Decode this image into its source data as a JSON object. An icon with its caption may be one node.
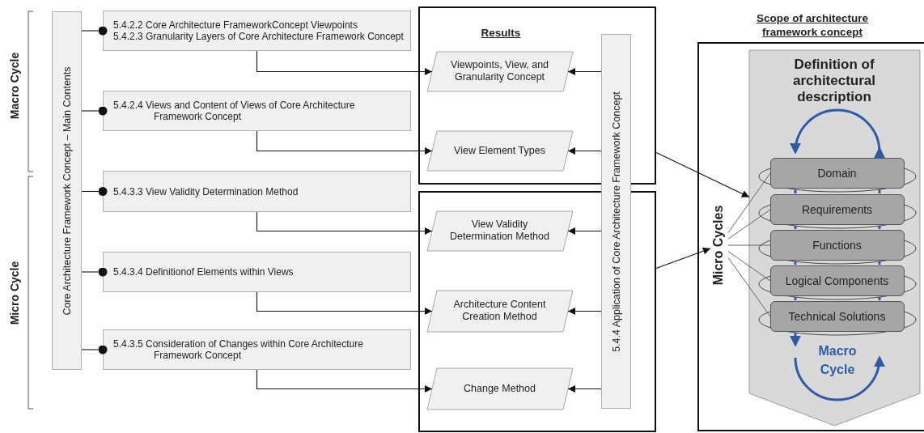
{
  "diagram": {
    "nodes": [
      {
        "text": [
          "Core Architecture Framework Concept – Main Contents"
        ]
      },
      {
        "text": [
          "5.4.2.2 Core Architecture FrameworkConcept Viewpoints",
          "5.4.2.3 Granularity Layers of Core Architecture Framework Concept"
        ]
      },
      {
        "text": [
          "5.4.2.4 Views and Content of Views of Core Architecture Framework Concept"
        ]
      },
      {
        "text": [
          "5.4.3.3 View Validity Determination Method"
        ]
      },
      {
        "text": [
          "5.4.3.4 Definitionof Elements within Views"
        ]
      },
      {
        "text": [
          "5.4.3.5 Consideration of Changes within Core Architecture Framework Concept"
        ]
      },
      {
        "text": [
          "Results"
        ]
      },
      {
        "text": [
          "Viewpoints, View, and Granularity Concept"
        ],
        "in": 6
      },
      {
        "text": [
          "View Element Types"
        ],
        "in": 6
      },
      {
        "text": [],
        "shape": "box"
      },
      {
        "text": [
          "View Validity Determination Method"
        ],
        "in": 9
      },
      {
        "text": [
          "Architecture Content Creation Method"
        ],
        "in": 9
      },
      {
        "text": [
          "Change Method"
        ],
        "in": 9
      },
      {
        "text": [
          "5.4.4 Application of Core Architecture Framework Concept"
        ]
      },
      {
        "text": [
          "Scope of architecture framework concept"
        ]
      },
      {
        "text": [
          "Definition of architectural description"
        ],
        "in": 14
      },
      {
        "text": [
          "Domain"
        ],
        "in": 15
      },
      {
        "text": [
          "Requirements"
        ],
        "in": 15
      },
      {
        "text": [
          "Functions"
        ],
        "in": 15
      },
      {
        "text": [
          "Logical Components"
        ],
        "in": 15
      },
      {
        "text": [
          "Technical Solutions"
        ],
        "in": 15
      },
      {
        "text": [
          "Micro Cycles"
        ],
        "in": 14
      }
    ],
    "edges": [
      {
        "from": 0,
        "to": 1,
        "arrow": "other"
      },
      {
        "from": 0,
        "to": 2,
        "arrow": "other"
      },
      {
        "from": 0,
        "to": 3,
        "arrow": "other"
      },
      {
        "from": 0,
        "to": 4,
        "arrow": "other"
      },
      {
        "from": 0,
        "to": 5,
        "arrow": "other"
      },
      {
        "from": 1,
        "to": 7,
        "arrow": "to"
      },
      {
        "from": 2,
        "to": 8,
        "arrow": "to"
      },
      {
        "from": 3,
        "to": 10,
        "arrow": "to"
      },
      {
        "from": 4,
        "to": 11,
        "arrow": "to"
      },
      {
        "from": 5,
        "to": 12,
        "arrow": "to"
      },
      {
        "from": 13,
        "to": 7,
        "arrow": "to"
      },
      {
        "from": 13,
        "to": 8,
        "arrow": "to"
      },
      {
        "from": 13,
        "to": 10,
        "arrow": "to"
      },
      {
        "from": 13,
        "to": 11,
        "arrow": "to"
      },
      {
        "from": 13,
        "to": 12,
        "arrow": "to"
      },
      {
        "from": 6,
        "to": 15,
        "arrow": "to"
      },
      {
        "from": 9,
        "to": 21,
        "arrow": "to"
      },
      {
        "from": 21,
        "to": 16,
        "arrow": "none"
      },
      {
        "from": 21,
        "to": 17,
        "arrow": "none"
      },
      {
        "from": 21,
        "to": 18,
        "arrow": "none"
      },
      {
        "from": 21,
        "to": 19,
        "arrow": "none"
      },
      {
        "from": 21,
        "to": 20,
        "arrow": "none"
      }
    ],
    "labels": [
      "Macro Cycle",
      "Micro Cycle",
      "Macro Cycle"
    ]
  }
}
